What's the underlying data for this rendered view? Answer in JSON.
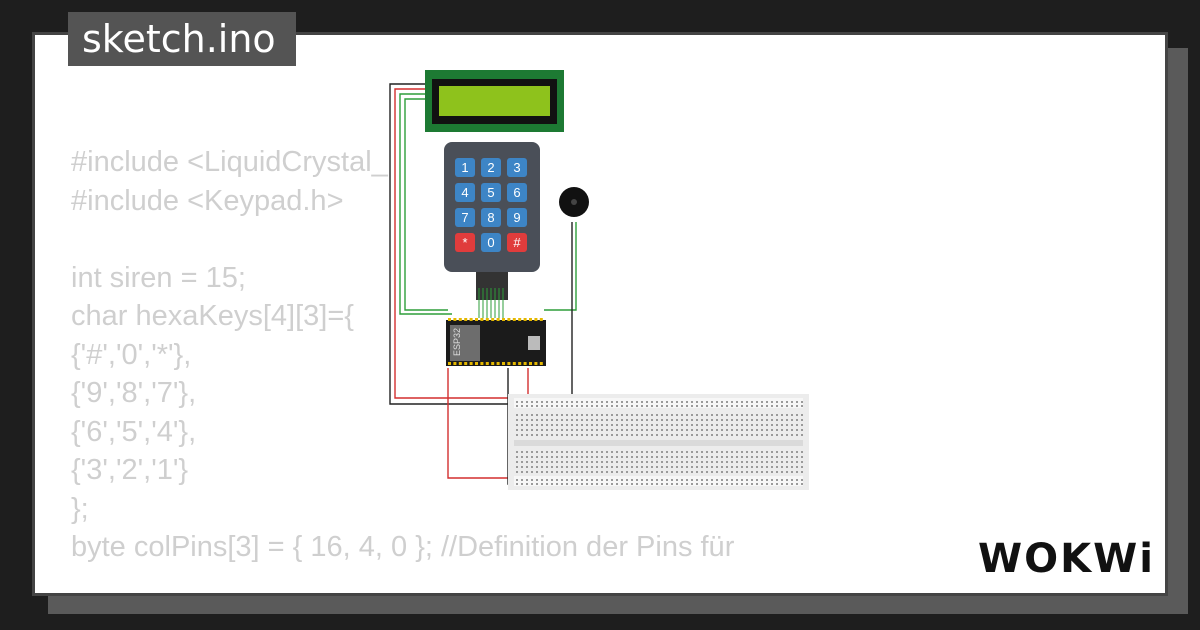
{
  "title": "sketch.ino",
  "code_lines": [
    "#include <LiquidCrystal_",
    "#include <Keypad.h>",
    "",
    "int siren = 15;",
    "char hexaKeys[4][3]={",
    "{'#','0','*'},",
    "{'9','8','7'},",
    "{'6','5','4'},",
    "{'3','2','1'}",
    "};",
    "byte colPins[3] = { 16, 4, 0 }; //Definition der Pins für"
  ],
  "keypad_keys": [
    "1",
    "2",
    "3",
    "4",
    "5",
    "6",
    "7",
    "8",
    "9",
    "*",
    "0",
    "#"
  ],
  "esp32_label": "ESP32",
  "logo_text": "WOKWi",
  "colors": {
    "background": "#1e1e1e",
    "frame": "#ffffff",
    "tab": "#545454",
    "code_text": "#cfcfcf",
    "lcd_board": "#1d7a33",
    "lcd_screen": "#8ec21c",
    "keypad_body": "#4a4f58",
    "key_blue": "#3d85c6",
    "key_red": "#e03c3c",
    "esp32_board": "#1b1b1b",
    "breadboard": "#ececec",
    "wire_red": "#d32f2f",
    "wire_green": "#2e9e3a",
    "wire_black": "#222222"
  },
  "icons": {
    "buzzer": "buzzer-icon",
    "logo": "wokwi-logo"
  }
}
